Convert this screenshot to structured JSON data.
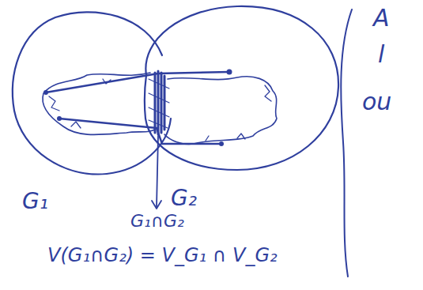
{
  "diagram": {
    "labels": [
      "G₁",
      "G₂",
      "G₁∩G₂",
      "V(G₁∩G₂) = V_G₁ ∩ V_G₂",
      "A",
      "l",
      "ou"
    ]
  }
}
